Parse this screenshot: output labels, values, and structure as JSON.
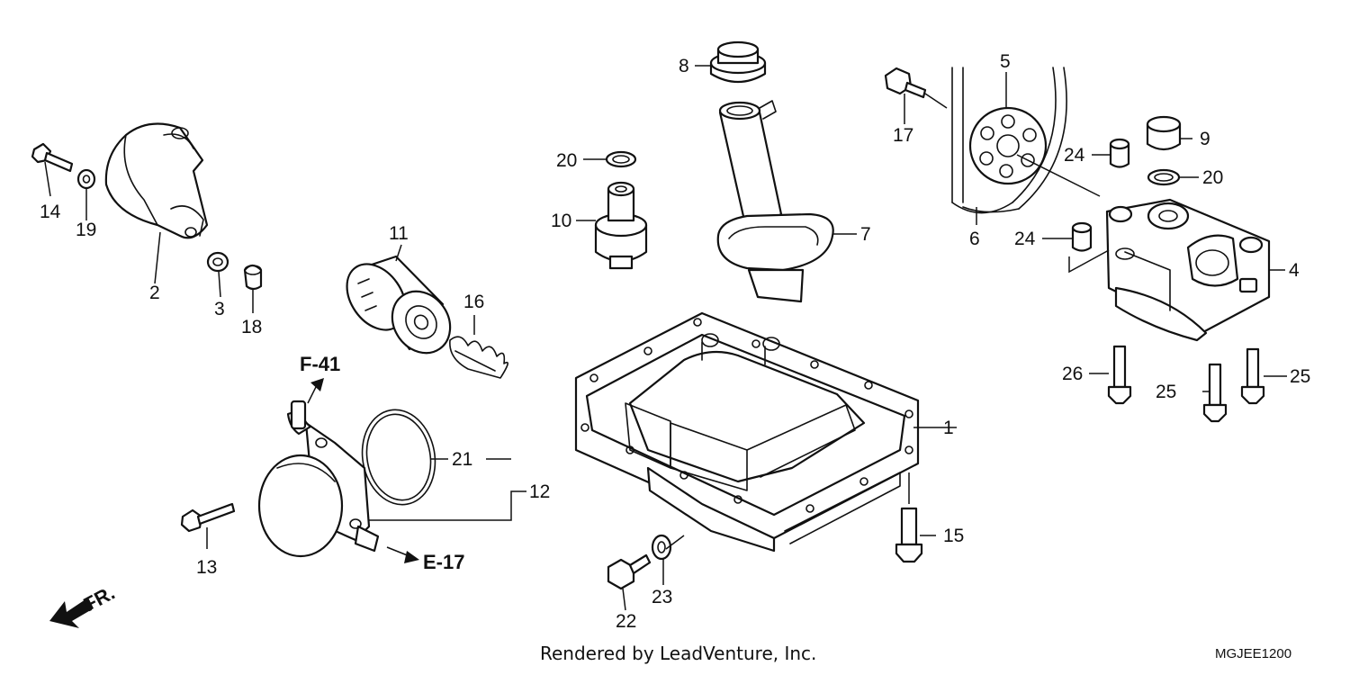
{
  "labels": {
    "l1": "1",
    "l2": "2",
    "l3": "3",
    "l4": "4",
    "l5": "5",
    "l6": "6",
    "l7": "7",
    "l8": "8",
    "l9": "9",
    "l10": "10",
    "l11": "11",
    "l12": "12",
    "l13": "13",
    "l14": "14",
    "l15": "15",
    "l16": "16",
    "l17": "17",
    "l18": "18",
    "l19": "19",
    "l20a": "20",
    "l20b": "20",
    "l21": "21",
    "l22": "22",
    "l23": "23",
    "l24a": "24",
    "l24b": "24",
    "l25a": "25",
    "l25b": "25",
    "l26": "26"
  },
  "refs": {
    "f41": "F-41",
    "e17": "E-17",
    "front": "FR."
  },
  "footer": {
    "credit": "Rendered by LeadVenture, Inc.",
    "code": "MGJEE1200"
  }
}
